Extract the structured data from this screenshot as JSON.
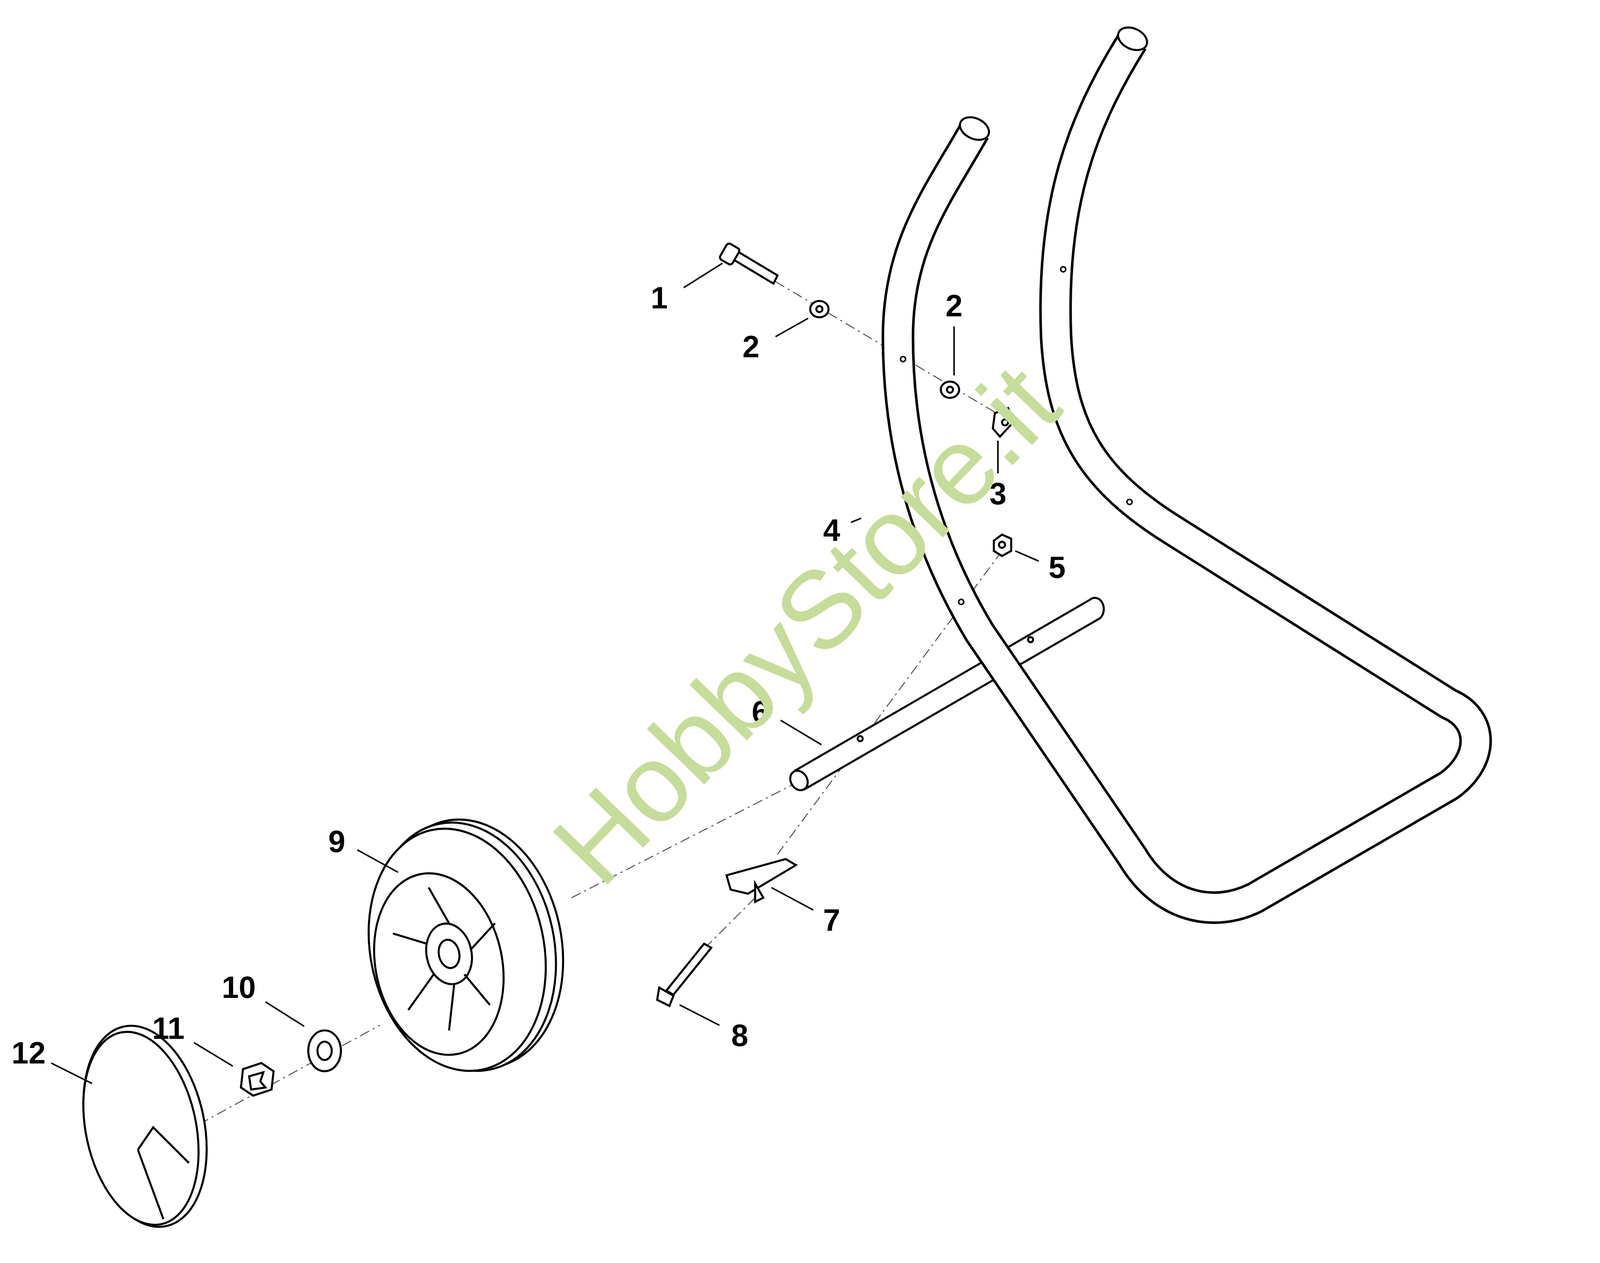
{
  "diagram": {
    "labels": [
      "1",
      "2",
      "2",
      "3",
      "4",
      "5",
      "6",
      "7",
      "8",
      "9",
      "10",
      "11",
      "12",
      "HobbyStore.it"
    ]
  }
}
